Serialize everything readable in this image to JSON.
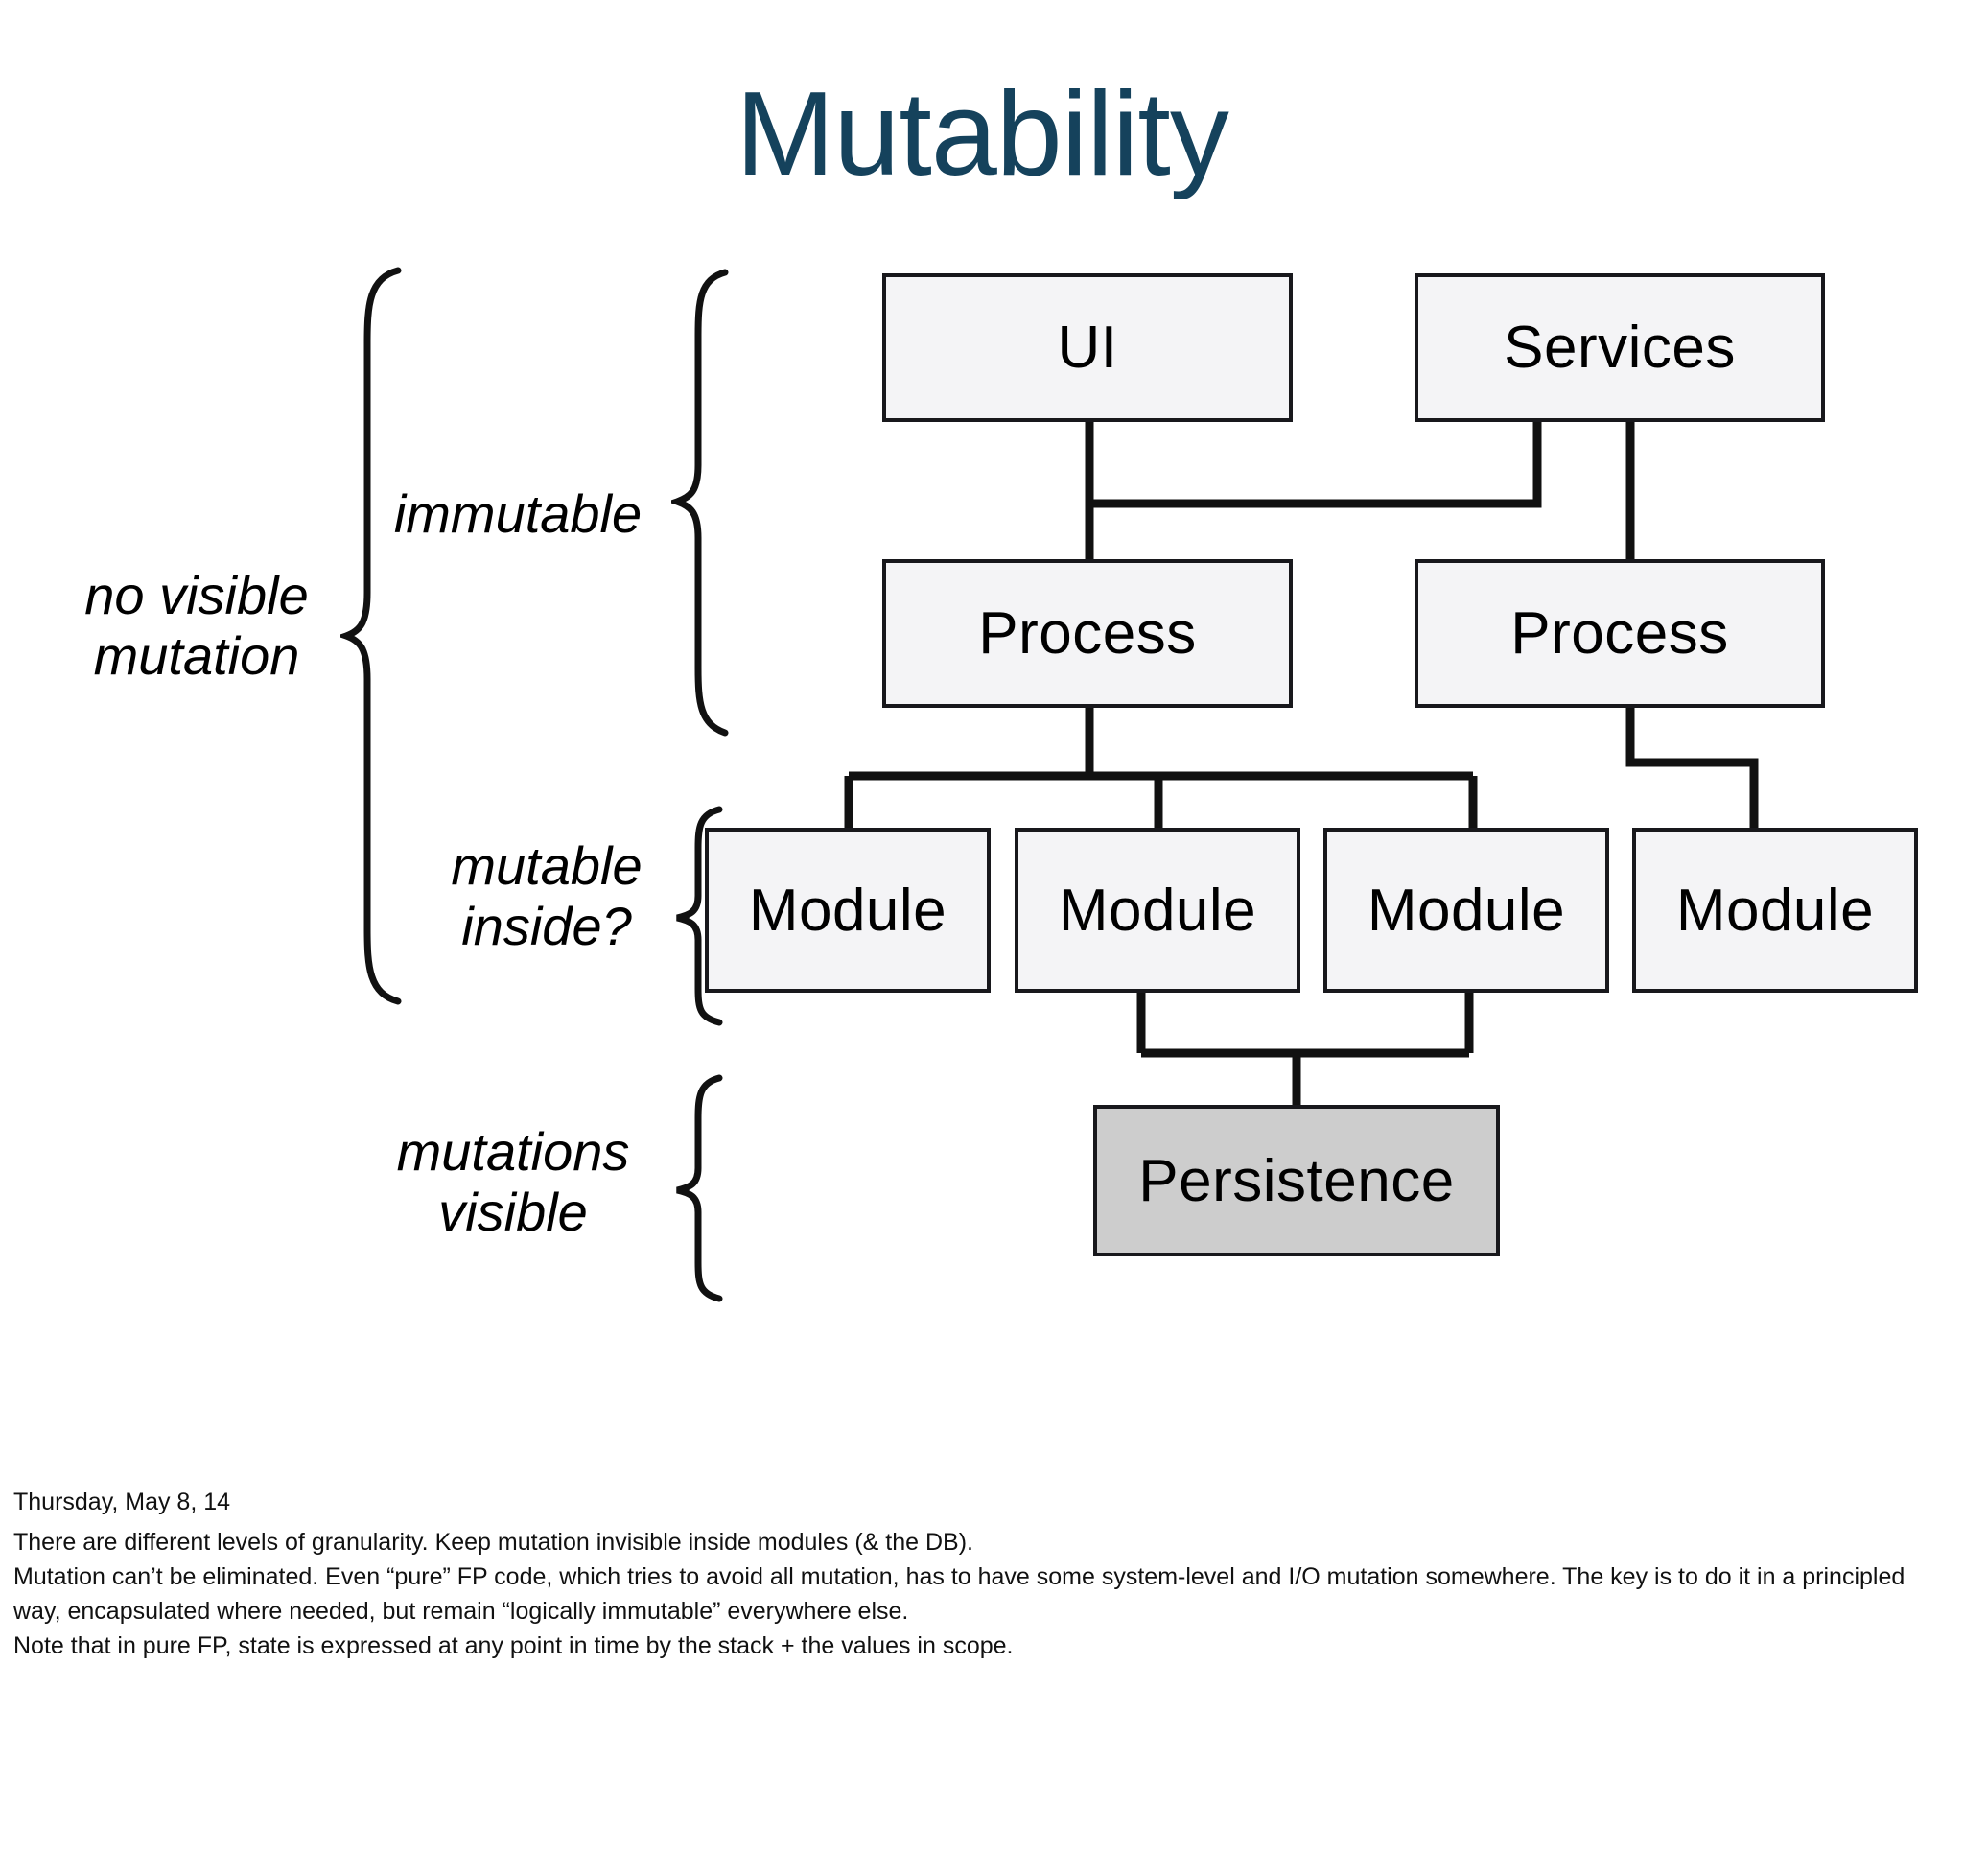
{
  "slide": {
    "title": "Mutability",
    "title_color": "#15425c",
    "left_labels": [
      {
        "id": "no-visible-mutation",
        "text": "no visible\nmutation"
      },
      {
        "id": "immutable",
        "text": "immutable"
      },
      {
        "id": "mutable-inside",
        "text": "mutable\ninside?"
      },
      {
        "id": "mutations-visible",
        "text": "mutations\nvisible"
      }
    ],
    "nodes": [
      {
        "id": "ui",
        "label": "UI"
      },
      {
        "id": "services",
        "label": "Services"
      },
      {
        "id": "process-1",
        "label": "Process"
      },
      {
        "id": "process-2",
        "label": "Process"
      },
      {
        "id": "module-1",
        "label": "Module"
      },
      {
        "id": "module-2",
        "label": "Module"
      },
      {
        "id": "module-3",
        "label": "Module"
      },
      {
        "id": "module-4",
        "label": "Module"
      },
      {
        "id": "persistence",
        "label": "Persistence"
      }
    ],
    "colors": {
      "node_fill": "#f4f4f6",
      "persistence_fill": "#cdcdcd",
      "node_border": "#18181c",
      "wire": "#111111"
    }
  },
  "footer": {
    "date": "Thursday, May 8, 14",
    "notes": [
      "There are different levels of granularity. Keep mutation invisible inside modules (& the DB).",
      "Mutation can’t be eliminated. Even “pure” FP code, which tries to avoid all mutation, has to have some system-level and I/O mutation somewhere. The key is to do it in a principled way, encapsulated where needed, but remain “logically immutable” everywhere else.",
      "Note that in pure FP, state is expressed at any point in time by the stack + the values in scope."
    ]
  }
}
